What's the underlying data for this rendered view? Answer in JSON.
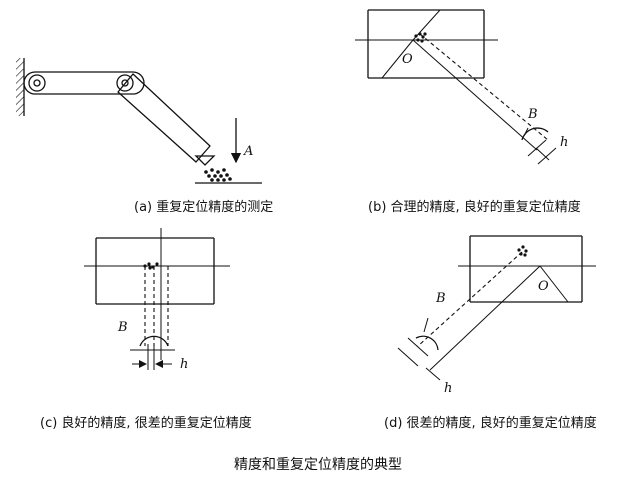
{
  "captions": {
    "a": "(a) 重复定位精度的测定",
    "b": "(b) 合理的精度, 良好的重复定位精度",
    "c": "(c) 良好的精度, 很差的重复定位精度",
    "d": "(d) 很差的精度, 良好的重复定位精度",
    "main": "精度和重复定位精度的典型"
  },
  "labels": {
    "A": "A",
    "O": "O",
    "B": "B",
    "h": "h"
  }
}
